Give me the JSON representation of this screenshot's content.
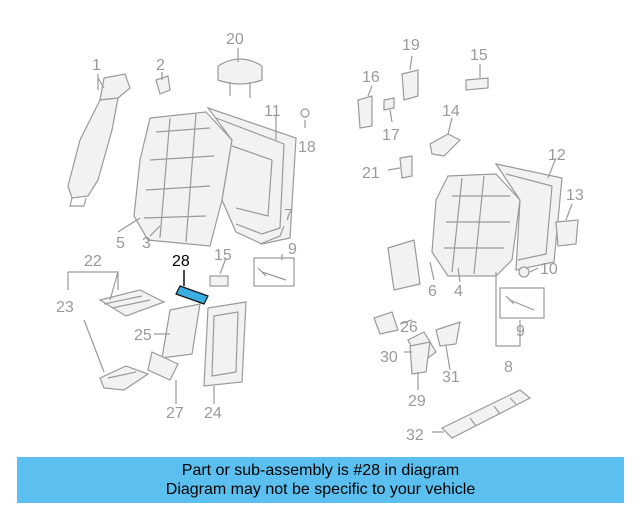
{
  "banner": {
    "line1": "Part or sub-assembly is #28 in diagram",
    "line2": "Diagram may not be specific to your vehicle",
    "color": "#5bc0f0"
  },
  "highlight": {
    "part": "28",
    "color": "#3aaee0"
  },
  "callouts": [
    "1",
    "2",
    "3",
    "4",
    "5",
    "6",
    "7",
    "8",
    "9",
    "9",
    "10",
    "11",
    "12",
    "13",
    "14",
    "15",
    "15",
    "16",
    "17",
    "18",
    "19",
    "20",
    "21",
    "22",
    "23",
    "24",
    "25",
    "26",
    "27",
    "28",
    "29",
    "30",
    "31",
    "32"
  ]
}
